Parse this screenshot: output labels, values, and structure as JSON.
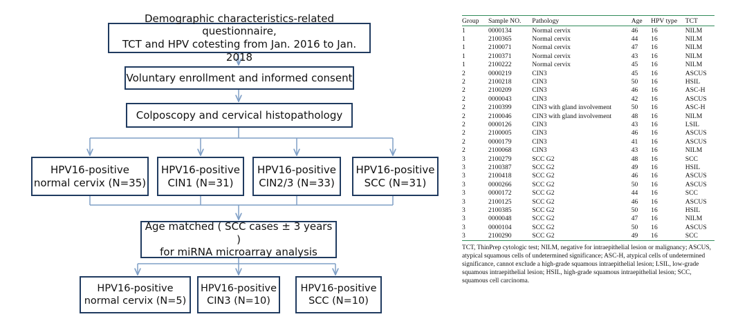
{
  "flowchart": {
    "step1": [
      "Demographic characteristics-related questionnaire,",
      "TCT and HPV cotesting from Jan. 2016 to Jan. 2018"
    ],
    "step2": "Voluntary enrollment and informed consent",
    "step3": "Colposcopy and cervical histopathology",
    "groups": [
      [
        "HPV16-positive",
        "normal cervix (N=35)"
      ],
      [
        "HPV16-positive",
        "CIN1 (N=31)"
      ],
      [
        "HPV16-positive",
        "CIN2/3 (N=33)"
      ],
      [
        "HPV16-positive",
        "SCC (N=31)"
      ]
    ],
    "match": [
      "Age matched ( SCC cases ± 3 years )",
      "for miRNA microarray analysis"
    ],
    "final": [
      [
        "HPV16-positive",
        "normal cervix (N=5)"
      ],
      [
        "HPV16-positive",
        "CIN3 (N=10)"
      ],
      [
        "HPV16-positive",
        "SCC (N=10)"
      ]
    ]
  },
  "table": {
    "headers": [
      "Group",
      "Sample NO.",
      "Pathology",
      "Age",
      "HPV type",
      "TCT"
    ],
    "rows": [
      [
        "1",
        "0000134",
        "Normal cervix",
        "46",
        "16",
        "NILM"
      ],
      [
        "1",
        "2100365",
        "Normal cervix",
        "44",
        "16",
        "NILM"
      ],
      [
        "1",
        "2100071",
        "Normal cervix",
        "47",
        "16",
        "NILM"
      ],
      [
        "1",
        "2100371",
        "Normal cervix",
        "43",
        "16",
        "NILM"
      ],
      [
        "1",
        "2100222",
        "Normal cervix",
        "45",
        "16",
        "NILM"
      ],
      [
        "2",
        "0000219",
        "CIN3",
        "45",
        "16",
        "ASCUS"
      ],
      [
        "2",
        "2100218",
        "CIN3",
        "50",
        "16",
        "HSIL"
      ],
      [
        "2",
        "2100209",
        "CIN3",
        "46",
        "16",
        "ASC-H"
      ],
      [
        "2",
        "0000043",
        "CIN3",
        "42",
        "16",
        "ASCUS"
      ],
      [
        "2",
        "2100399",
        "CIN3 with gland involvement",
        "50",
        "16",
        "ASC-H"
      ],
      [
        "2",
        "2100046",
        "CIN3 with gland involvement",
        "48",
        "16",
        "NILM"
      ],
      [
        "2",
        "0000126",
        "CIN3",
        "43",
        "16",
        "LSIL"
      ],
      [
        "2",
        "2100005",
        "CIN3",
        "46",
        "16",
        "ASCUS"
      ],
      [
        "2",
        "0000179",
        "CIN3",
        "41",
        "16",
        "ASCUS"
      ],
      [
        "2",
        "2100068",
        "CIN3",
        "43",
        "16",
        "NILM"
      ],
      [
        "3",
        "2100279",
        "SCC G2",
        "48",
        "16",
        "SCC"
      ],
      [
        "3",
        "2100387",
        "SCC G2",
        "49",
        "16",
        "HSIL"
      ],
      [
        "3",
        "2100418",
        "SCC G2",
        "46",
        "16",
        "ASCUS"
      ],
      [
        "3",
        "0000266",
        "SCC G2",
        "50",
        "16",
        "ASCUS"
      ],
      [
        "3",
        "0000172",
        "SCC G2",
        "44",
        "16",
        "SCC"
      ],
      [
        "3",
        "2100125",
        "SCC G2",
        "46",
        "16",
        "ASCUS"
      ],
      [
        "3",
        "2100385",
        "SCC G2",
        "50",
        "16",
        "HSIL"
      ],
      [
        "3",
        "0000048",
        "SCC G2",
        "47",
        "16",
        "NILM"
      ],
      [
        "3",
        "0000104",
        "SCC G2",
        "50",
        "16",
        "ASCUS"
      ],
      [
        "3",
        "2100290",
        "SCC G2",
        "49",
        "16",
        "SCC"
      ]
    ],
    "footnote": "TCT, ThinPrep cytologic test; NILM, negative for intraepithelial lesion or malignancy; ASCUS, atypical squamous cells of undetermined significance; ASC-H, atypical cells of undetermined significance, cannot exclude a high-grade squamous intraepithelial lesion; LSIL, low-grade squamous intraepithelial lesion; HSIL, high-grade squamous intraepithelial lesion; SCC, squamous cell carcinoma."
  },
  "colors": {
    "box_border": "#1f3a5f",
    "connector": "#7f9fc6",
    "table_rule": "#2f8a58"
  }
}
